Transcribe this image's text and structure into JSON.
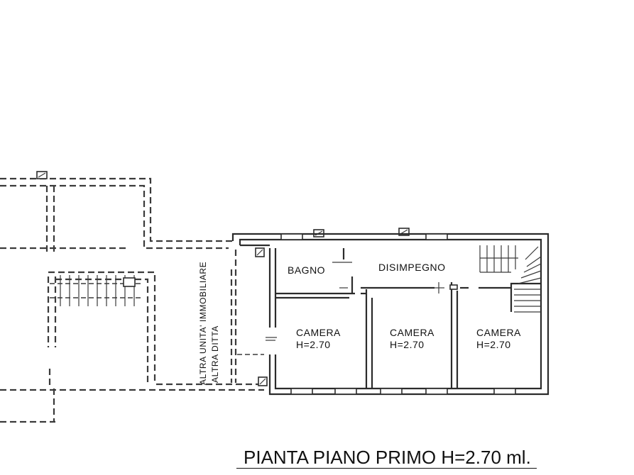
{
  "rooms": {
    "bagno": "BAGNO",
    "disimpegno": "DISIMPEGNO",
    "camera_1": {
      "name": "CAMERA",
      "height": "H=2.70"
    },
    "camera_2": {
      "name": "CAMERA",
      "height": "H=2.70"
    },
    "camera_3": {
      "name": "CAMERA",
      "height": "H=2.70"
    }
  },
  "neighbor_labels": {
    "line_1": "ALTRA UNITA' IMMOBILIARE",
    "line_2": "ALTRA DITTA"
  },
  "title": "PIANTA PIANO PRIMO H=2.70 ml."
}
